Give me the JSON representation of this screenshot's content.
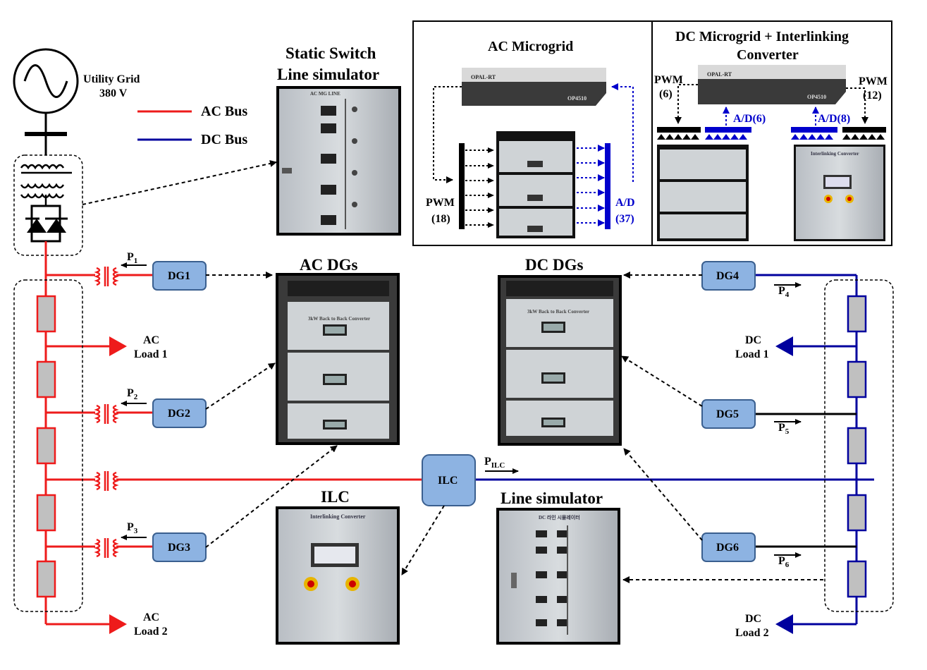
{
  "colors": {
    "ac_bus": "#ee1b1b",
    "dc_bus": "#00009e",
    "dg_fill": "#8db3e2",
    "dg_stroke": "#3a5f8f",
    "pwm_blue": "#0000cc",
    "line_segment": "#c0c0c0"
  },
  "utility": {
    "line1": "Utility Grid",
    "line2": "380 V"
  },
  "legend": {
    "ac": "AC Bus",
    "dc": "DC Bus"
  },
  "static_switch": {
    "title1": "Static Switch",
    "title2": "Line simulator"
  },
  "ac_microgrid": {
    "title": "AC Microgrid",
    "pwm_label": "PWM",
    "pwm_count": "(18)",
    "ad_label": "A/D",
    "ad_count": "(37)"
  },
  "dc_microgrid": {
    "title1": "DC Microgrid  + Interlinking",
    "title2": "Converter",
    "pwm_left_label": "PWM",
    "pwm_left_count": "(6)",
    "pwm_right_label": "PWM",
    "pwm_right_count": "(12)",
    "ad_left": "A/D(6)",
    "ad_right": "A/D(8)"
  },
  "sections": {
    "ac_dgs": "AC DGs",
    "dc_dgs": "DC DGs",
    "ilc": "ILC",
    "line_sim": "Line simulator"
  },
  "units": {
    "dg1": "DG1",
    "dg2": "DG2",
    "dg3": "DG3",
    "dg4": "DG4",
    "dg5": "DG5",
    "dg6": "DG6",
    "ilc": "ILC"
  },
  "powers": {
    "p1": "P",
    "p2": "P",
    "p3": "P",
    "p4": "P",
    "p5": "P",
    "p6": "P",
    "pilc": "P",
    "p1_sub": "1",
    "p2_sub": "2",
    "p3_sub": "3",
    "p4_sub": "4",
    "p5_sub": "5",
    "p6_sub": "6",
    "pilc_sub": "ILC"
  },
  "loads": {
    "ac1_a": "AC",
    "ac1_b": "Load 1",
    "ac2_a": "AC",
    "ac2_b": "Load 2",
    "dc1_a": "DC",
    "dc1_b": "Load 1",
    "dc2_a": "DC",
    "dc2_b": "Load 2"
  },
  "photo_text": {
    "converter1": "3kW Back to Back Converter",
    "interlinking": "Interlinking Converter",
    "opal": "OPAL-RT",
    "op4510": "OP4510",
    "static_tag": "AC MG LINE",
    "dc_tag": "DC 라인 시뮬레이터"
  }
}
